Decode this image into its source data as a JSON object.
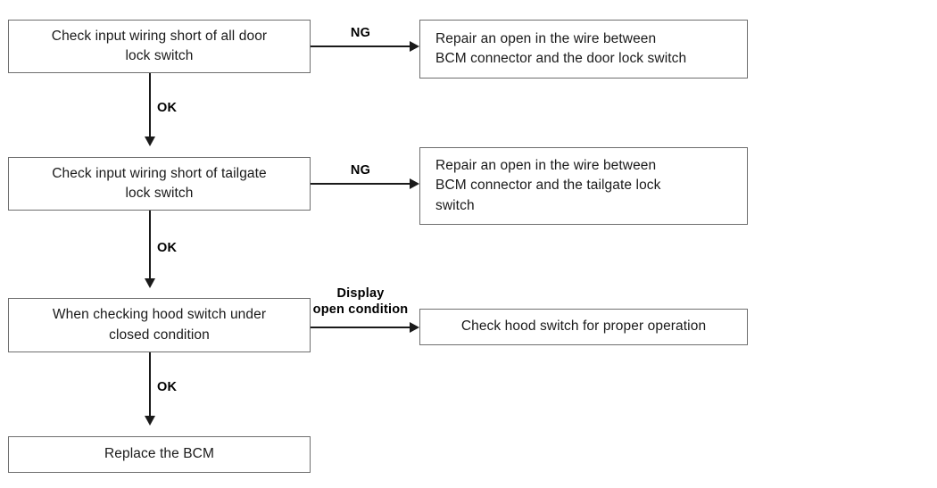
{
  "diagram": {
    "title": "BCM door / tailgate / hood switch input diagnostic flow",
    "type": "flowchart",
    "colors": {
      "box_border": "#6e6e6e",
      "connector": "#1a1a1a",
      "text": "#1a1a1a",
      "background": "#ffffff"
    },
    "nodes": [
      {
        "id": "check-door-lock",
        "text": "Check input wiring short of all door\nlock switch",
        "align": "center"
      },
      {
        "id": "repair-door-lock",
        "text": "Repair an open in the wire between\nBCM connector and the door lock switch",
        "align": "left"
      },
      {
        "id": "check-tailgate-lock",
        "text": "Check input wiring short of tailgate\nlock switch",
        "align": "center"
      },
      {
        "id": "repair-tailgate-lock",
        "text": "Repair an open in the wire between\nBCM connector and the tailgate lock\nswitch",
        "align": "left"
      },
      {
        "id": "check-hood-switch",
        "text": "When checking hood switch under\nclosed condition",
        "align": "center"
      },
      {
        "id": "check-hood-operation",
        "text": "Check hood switch for proper operation",
        "align": "center"
      },
      {
        "id": "replace-bcm",
        "text": "Replace the BCM",
        "align": "center"
      }
    ],
    "edges": [
      {
        "id": "door-lock-ng",
        "label": "NG",
        "from": "check-door-lock",
        "to": "repair-door-lock"
      },
      {
        "id": "door-lock-ok",
        "label": "OK",
        "from": "check-door-lock",
        "to": "check-tailgate-lock"
      },
      {
        "id": "tailgate-ng",
        "label": "NG",
        "from": "check-tailgate-lock",
        "to": "repair-tailgate-lock"
      },
      {
        "id": "tailgate-ok",
        "label": "OK",
        "from": "check-tailgate-lock",
        "to": "check-hood-switch"
      },
      {
        "id": "hood-display-open",
        "label": "Display\nopen condition",
        "from": "check-hood-switch",
        "to": "check-hood-operation"
      },
      {
        "id": "hood-ok",
        "label": "OK",
        "from": "check-hood-switch",
        "to": "replace-bcm"
      }
    ]
  }
}
